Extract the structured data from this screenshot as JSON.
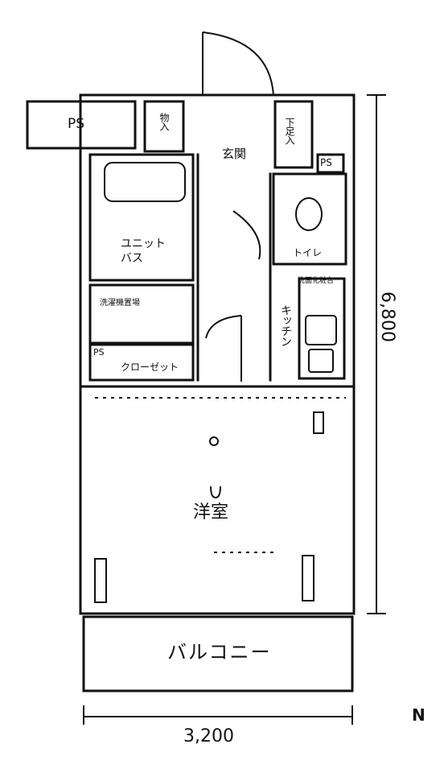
{
  "rooms": {
    "ps_top_left": "PS",
    "storage": "物入",
    "entrance": "玄関",
    "shoe_box": "下足入",
    "ps_right": "PS",
    "toilet": "トイレ",
    "unit_bath": "ユニットバス",
    "washer_area": "洗濯機置場",
    "ps_closet": "PS",
    "closet": "クローゼット",
    "laundry_area": "洗面化粧台",
    "kitchen": "キッチン",
    "western_room": "洋室",
    "balcony": "バルコニー"
  },
  "dimensions": {
    "width": "3,200",
    "depth": "6,800"
  },
  "north_mark": "N"
}
